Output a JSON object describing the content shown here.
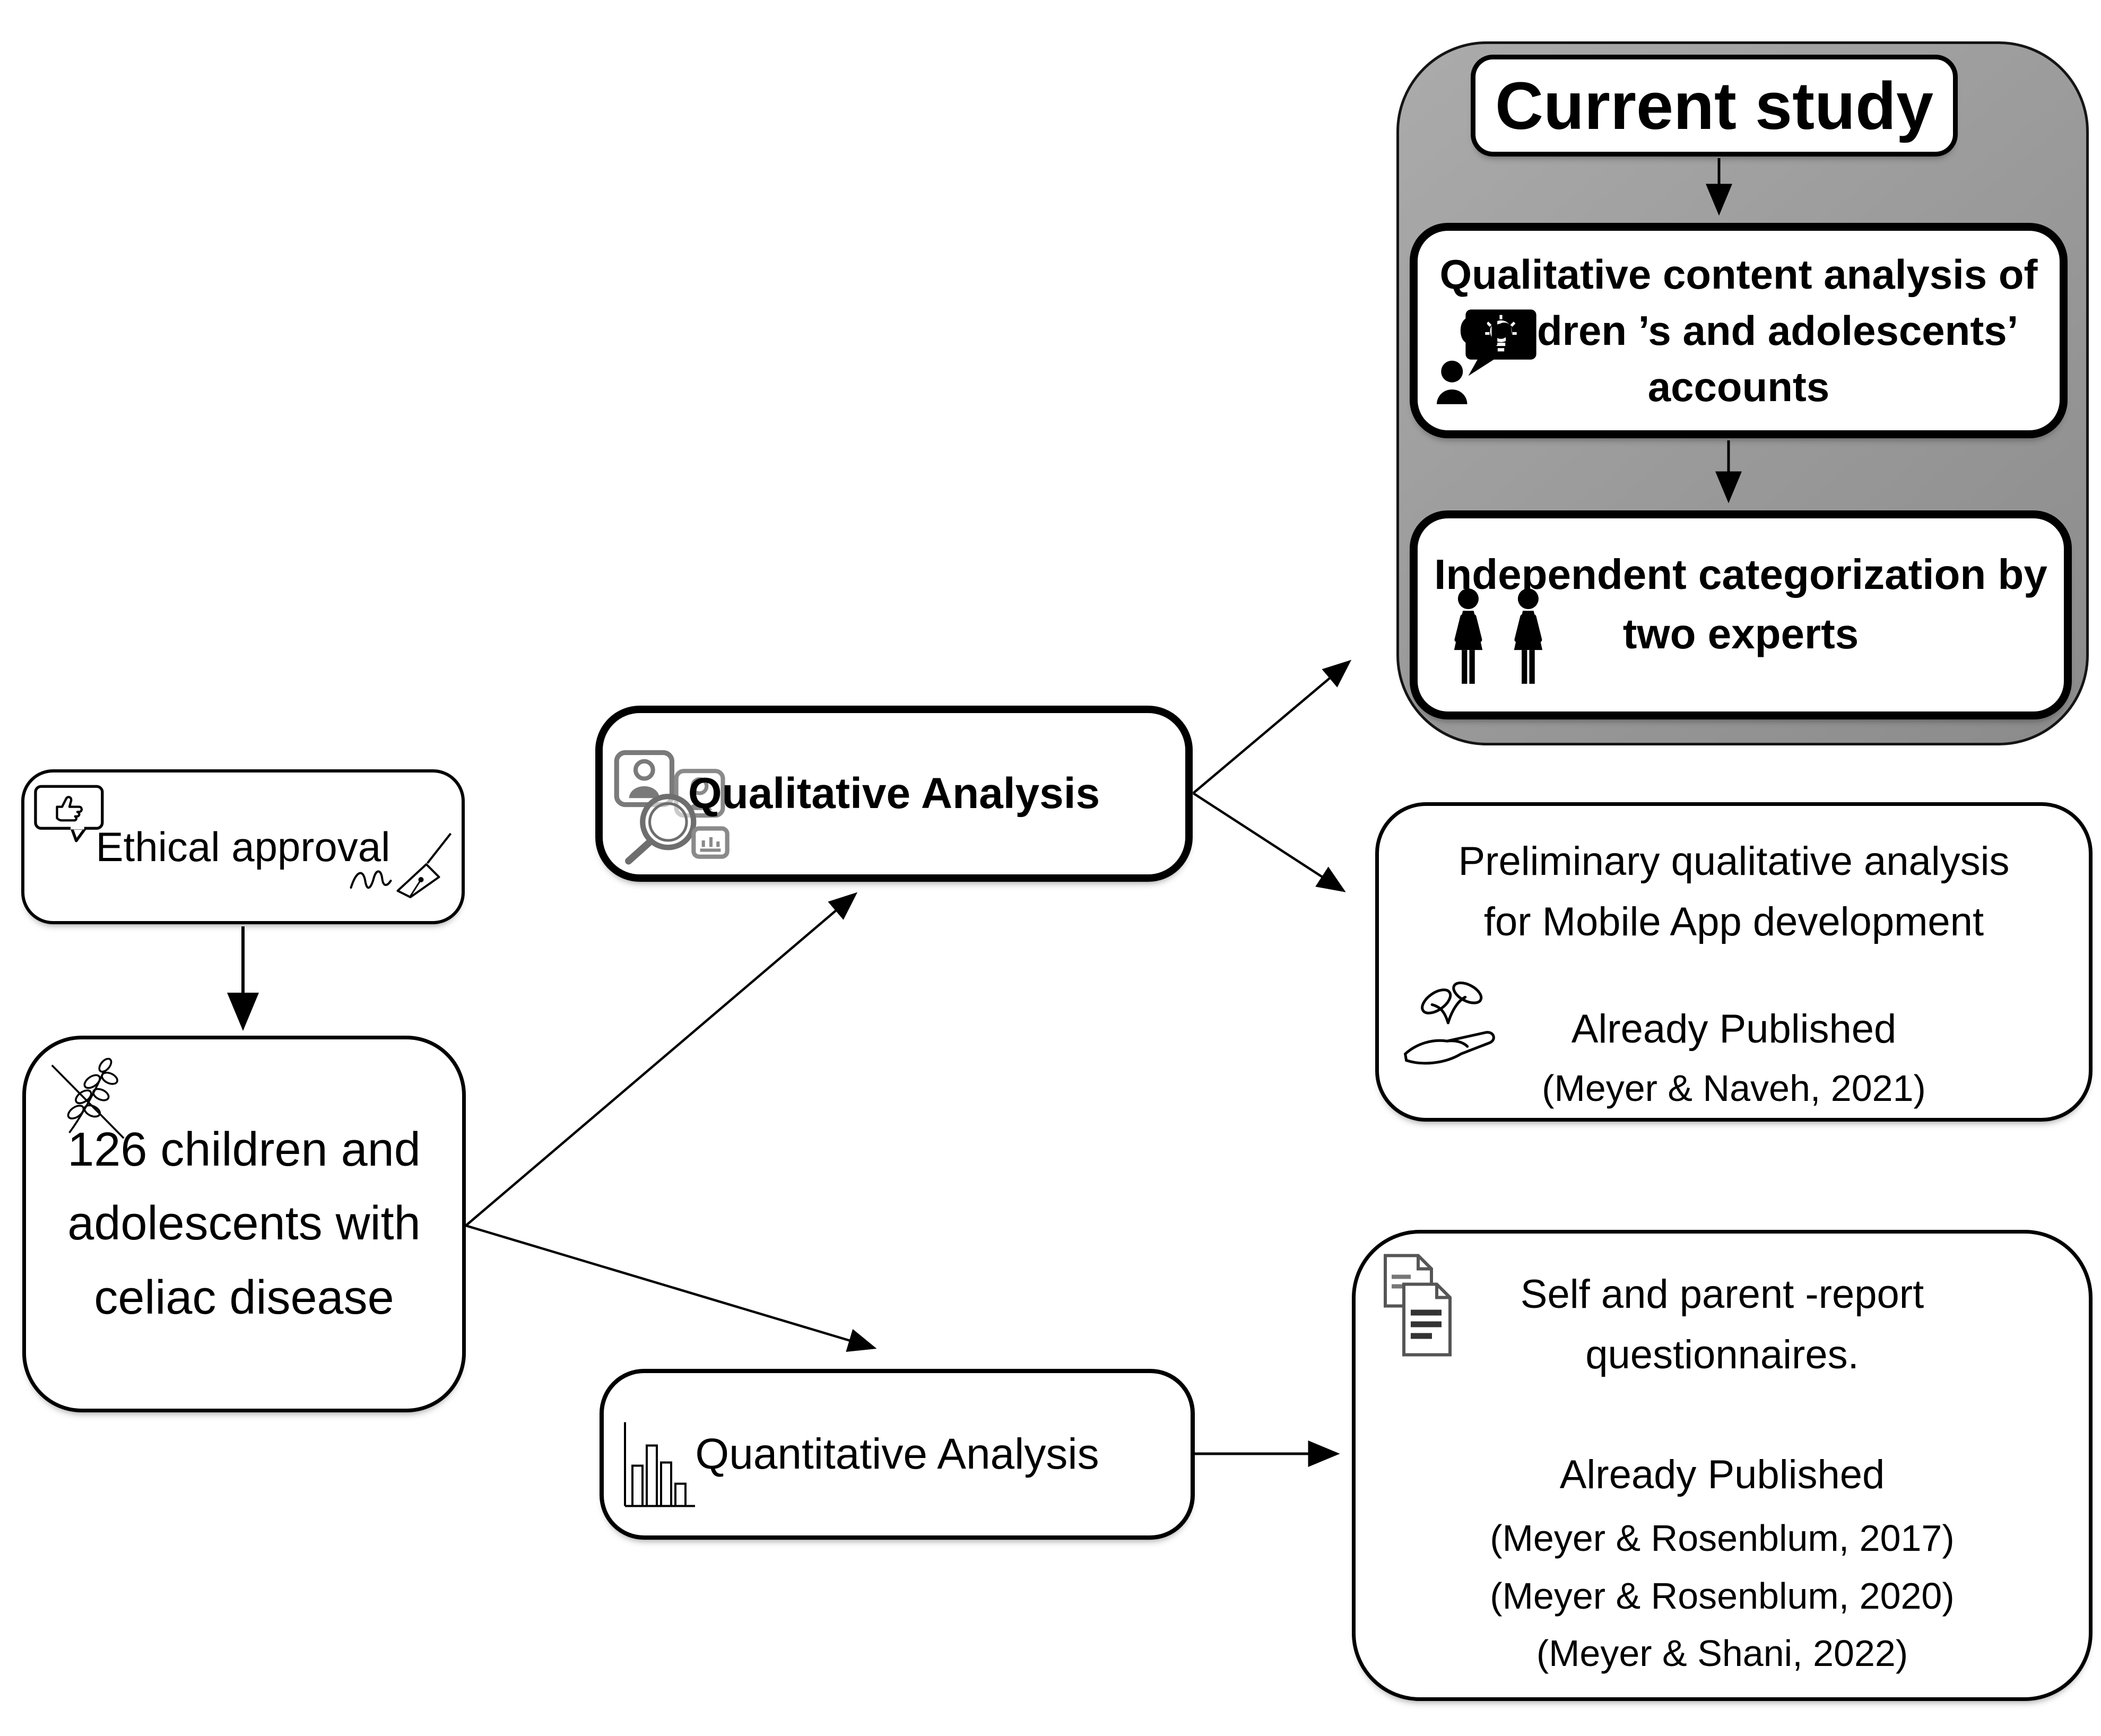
{
  "colors": {
    "background": "#ffffff",
    "box_fill": "#ffffff",
    "line": "#000000",
    "container_gray": "#9a9a9a",
    "icon_gray": "#6e6e6e"
  },
  "current_study": {
    "title": "Current study",
    "step1": {
      "line1": "Qualitative content analysis of",
      "line2": "Children ’s and adolescents’",
      "line3": "accounts",
      "icon": "person-speech-lightbulb-icon"
    },
    "step2": {
      "line1": "Independent categorization by",
      "line2": "two experts",
      "icon": "two-experts-icon"
    }
  },
  "left_column": {
    "ethical": {
      "label": "Ethical approval",
      "icons": [
        "thumbs-up-speech-icon",
        "signature-pen-icon"
      ]
    },
    "sample": {
      "line1": "126 children and",
      "line2": "adolescents with",
      "line3": "celiac disease",
      "icon": "no-gluten-icon"
    }
  },
  "analyses": {
    "qualitative": {
      "label": "Qualitative Analysis",
      "icon": "people-magnifier-icon"
    },
    "quantitative": {
      "label": "Quantitative Analysis",
      "icon": "bar-chart-icon"
    }
  },
  "outputs": {
    "preliminary": {
      "line1": "Preliminary qualitative analysis",
      "line2": "for Mobile App development",
      "published": "Already Published",
      "citation": "(Meyer & Naveh, 2021)",
      "icon": "hand-plant-icon"
    },
    "questionnaires": {
      "line1": "Self and parent -report",
      "line2": "questionnaires.",
      "published": "Already Published",
      "citations": [
        "(Meyer & Rosenblum, 2017)",
        "(Meyer & Rosenblum, 2020)",
        "(Meyer & Shani, 2022)"
      ],
      "icon": "documents-icon"
    }
  }
}
